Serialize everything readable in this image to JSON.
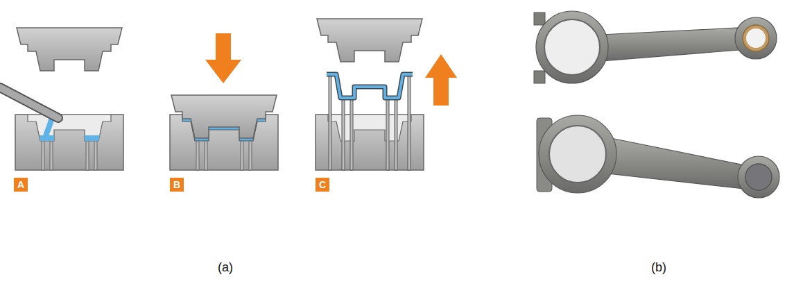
{
  "diagram": {
    "nodes": [
      {
        "text": [
          "A"
        ]
      },
      {
        "text": [
          "B"
        ]
      },
      {
        "text": [
          "C"
        ]
      }
    ],
    "labels": [
      "(a)",
      "(b)"
    ]
  }
}
